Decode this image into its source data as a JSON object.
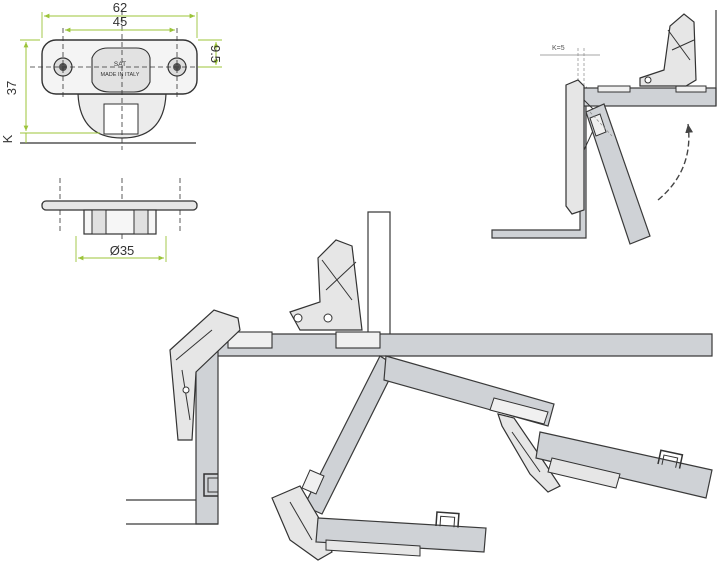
{
  "dimensions": {
    "overall_width": "62",
    "hole_spacing": "45",
    "hole_offset": "9.5",
    "height": "37",
    "k_label": "K",
    "cup_diameter": "Ø35"
  },
  "plate_stamp": {
    "brand": "SAT",
    "origin": "MADE IN ITALY"
  },
  "detail_labels": {
    "gap_label": "K=5"
  },
  "colors": {
    "panel_fill": "#cfd2d6",
    "panel_stroke": "#3a3a3a",
    "dimension_green": "#9cc43a",
    "hinge_fill": "#e6e6e6",
    "arrow": "#444444"
  }
}
